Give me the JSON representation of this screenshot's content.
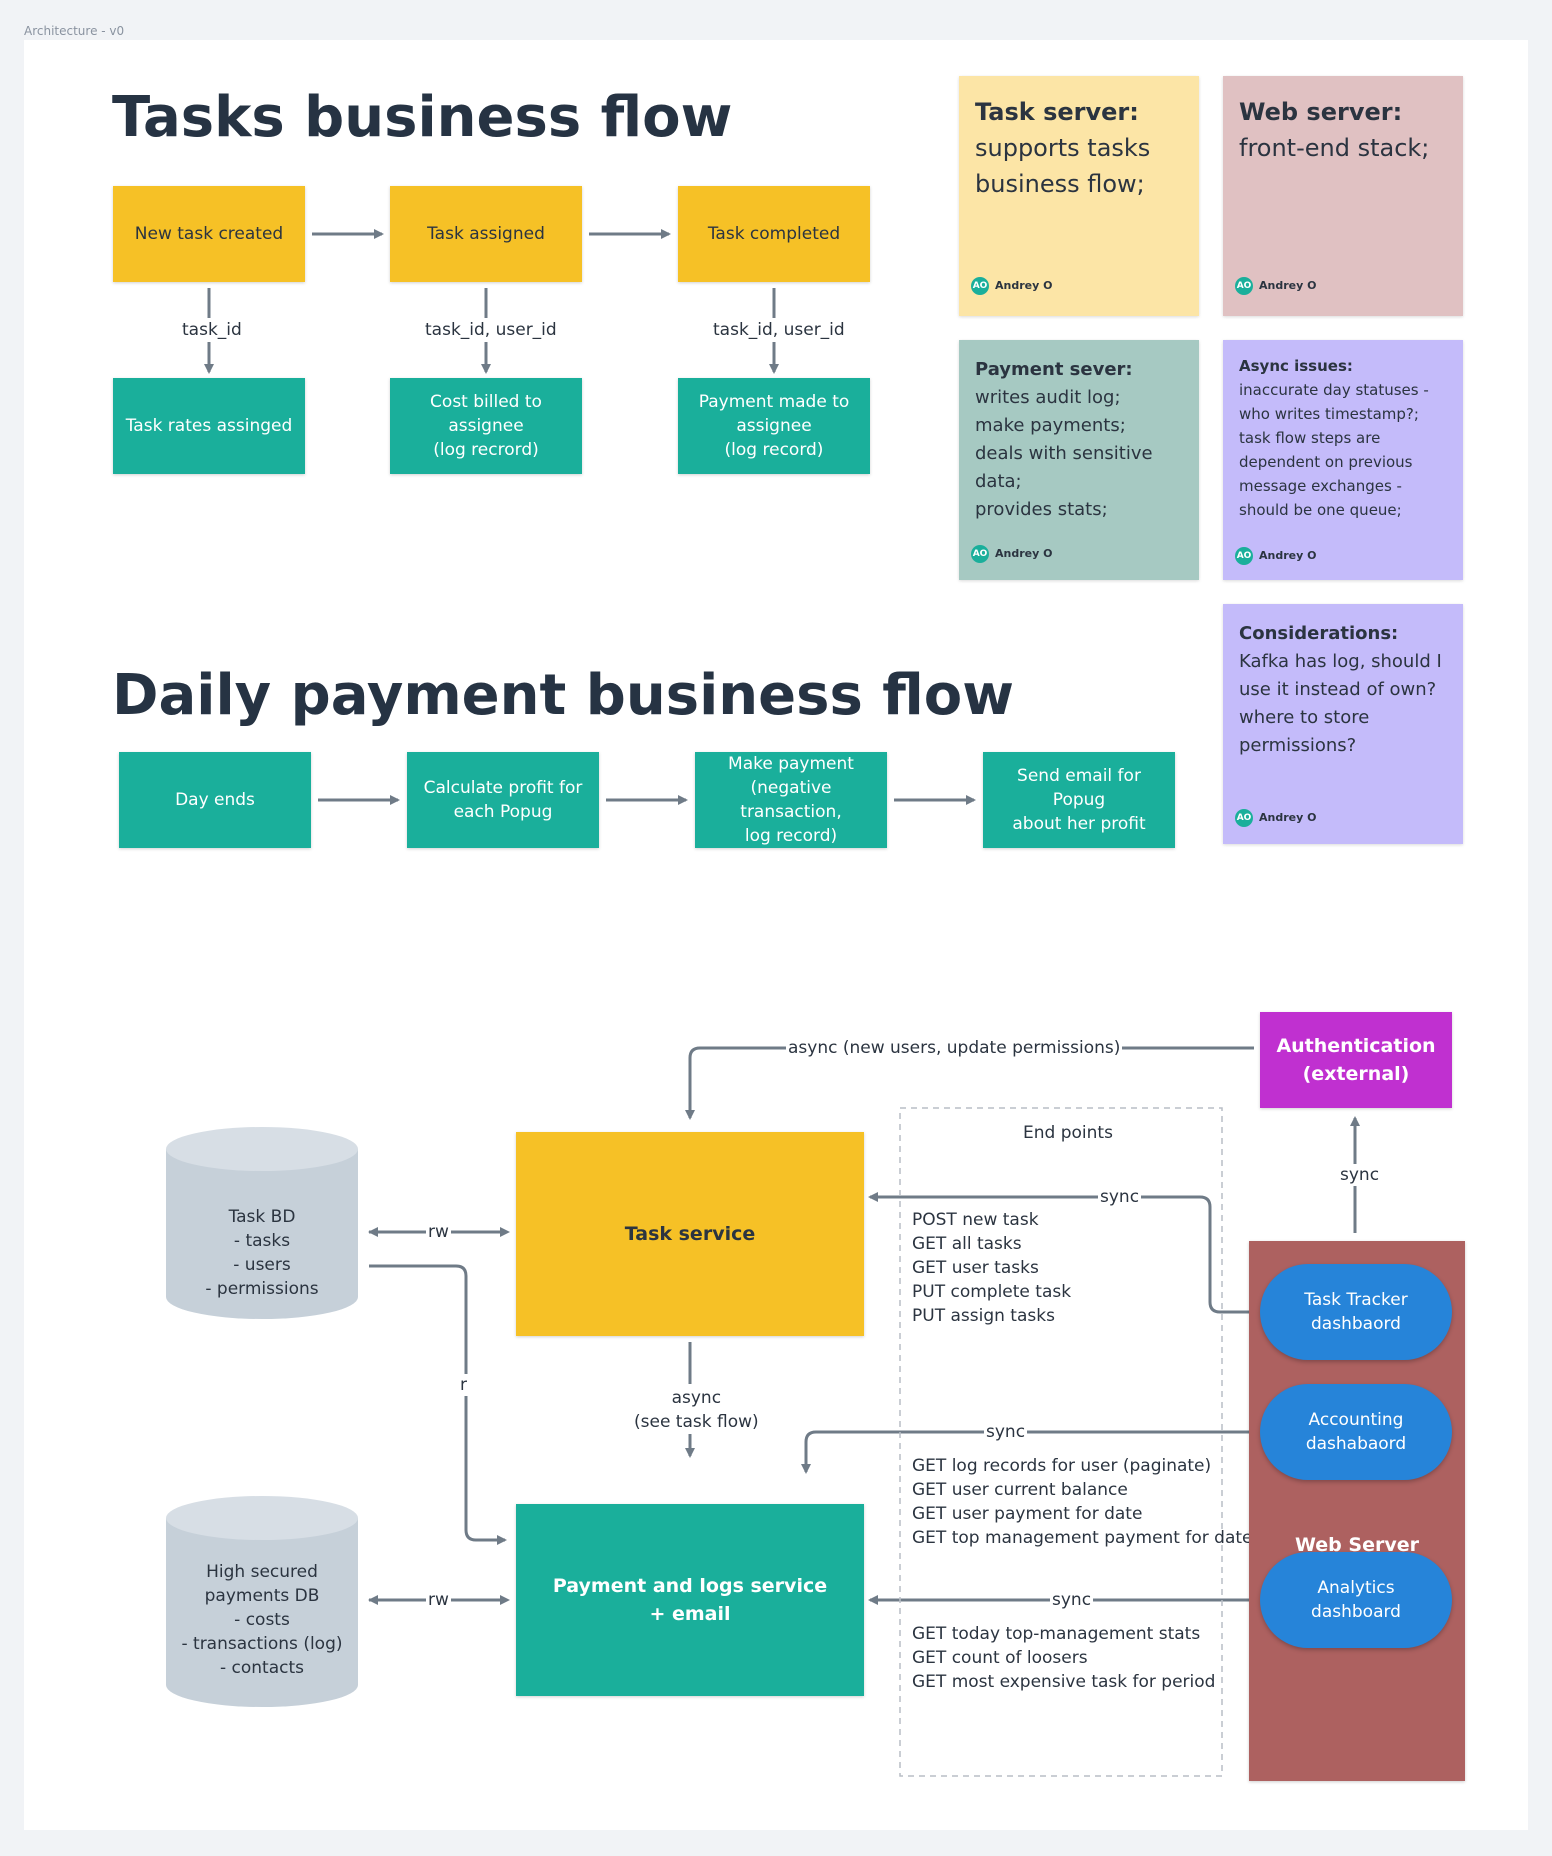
{
  "frame": {
    "label": "Architecture - v0"
  },
  "tasks_flow": {
    "title": "Tasks business flow",
    "steps": [
      "New task created",
      "Task assigned",
      "Task completed"
    ],
    "edge_labels": [
      "task_id",
      "task_id, user_id",
      "task_id, user_id"
    ],
    "results": [
      "Task rates assinged",
      "Cost billed to\nassignee\n(log recrord)",
      "Payment made to\nassignee\n(log record)"
    ]
  },
  "payment_flow": {
    "title": "Daily payment business flow",
    "steps": [
      "Day ends",
      "Calculate profit for\neach Popug",
      "Make payment\n(negative transaction,\nlog record)",
      "Send email for Popug\nabout her profit"
    ]
  },
  "stickies": [
    {
      "title": "Task server:",
      "body": "supports tasks\nbusiness flow;",
      "author": "Andrey O",
      "initials": "AO",
      "color": "#fce5a6"
    },
    {
      "title": "Web server:",
      "body": "front-end stack;",
      "author": "Andrey O",
      "initials": "AO",
      "color": "#e0c1c2"
    },
    {
      "title": "Payment sever:",
      "body": "writes audit log;\nmake payments;\ndeals with sensitive\ndata;\nprovides stats;",
      "author": "Andrey O",
      "initials": "AO",
      "color": "#a6c9c2"
    },
    {
      "title": "Async issues:",
      "body": "inaccurate day statuses -\nwho writes timestamp?;\ntask flow steps are\ndependent on previous\nmessage exchanges -\nshould be one queue;",
      "author": "Andrey O",
      "initials": "AO",
      "color": "#c4bbfa"
    },
    {
      "title": "Considerations:",
      "body": "Kafka has log, should I\nuse it instead of own?\nwhere to store\npermissions?",
      "author": "Andrey O",
      "initials": "AO",
      "color": "#c4bbfa"
    }
  ],
  "architecture": {
    "auth": "Authentication\n(external)",
    "auth_edge": "async (new users, update permissions)",
    "auth_sync": "sync",
    "task_db": "Task BD\n- tasks\n- users\n- permissions",
    "payments_db": "High secured\npayments DB\n- costs\n- transactions (log)\n- contacts",
    "task_service": "Task service",
    "payment_service": "Payment and logs service\n+ email",
    "rw_top": "rw",
    "rw_bottom": "rw",
    "r_label": "r",
    "async_label": "async\n(see task flow)",
    "endpoints_title": "End points",
    "sync_labels": [
      "sync",
      "sync",
      "sync"
    ],
    "endpoints_tasks": "POST new task\nGET all tasks\nGET user tasks\nPUT complete task\nPUT assign tasks",
    "endpoints_accounting": "GET log records for user (paginate)\nGET user current balance\nGET user payment for date\nGET top management payment for date",
    "endpoints_analytics": "GET today top-management stats\nGET count of loosers\nGET most expensive task for period",
    "web_server": "Web Server",
    "dashboards": [
      "Task Tracker\ndashbaord",
      "Accounting\ndashabaord",
      "Analytics\ndashboard"
    ]
  },
  "colors": {
    "yellow": "#f6c126",
    "teal": "#1aaf9b",
    "purple": "#c030d0",
    "web": "#ad6160",
    "blue": "#2684d9",
    "db": "#c6d0d9",
    "edge": "#6f7b87"
  }
}
